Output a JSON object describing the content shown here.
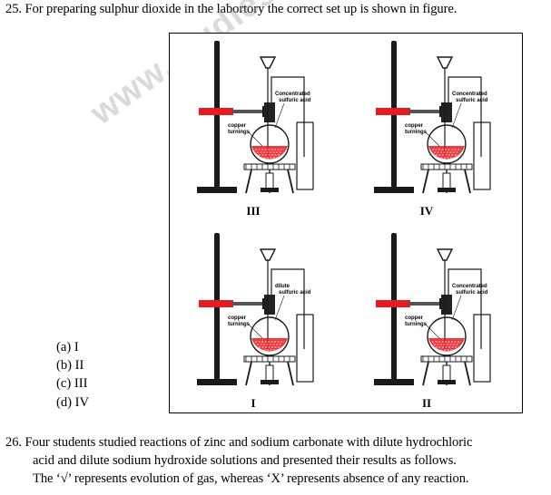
{
  "question25": {
    "text": "25. For preparing sulphur dioxide in the labortory the correct set up is shown in figure."
  },
  "figure": {
    "setups": [
      {
        "caption": "III",
        "acid_label_1": "Concentrated",
        "acid_label_2": "sulfuric acid",
        "metal_label_1": "copper",
        "metal_label_2": "turnings"
      },
      {
        "caption": "IV",
        "acid_label_1": "Concentrated",
        "acid_label_2": "sulfuric acid",
        "metal_label_1": "copper",
        "metal_label_2": "turnings"
      },
      {
        "caption": "I",
        "acid_label_1": "dilute",
        "acid_label_2": "sulfuric acid",
        "metal_label_1": "copper",
        "metal_label_2": "turnings"
      },
      {
        "caption": "II",
        "acid_label_1": "Concentrated",
        "acid_label_2": "sulfuric acid",
        "metal_label_1": "copper",
        "metal_label_2": "turnings"
      }
    ],
    "colors": {
      "clamp": "#e8191f",
      "liquid": "#e8191f",
      "stand": "#1a1a1a"
    }
  },
  "options": [
    "(a) I",
    "(b) II",
    "(c) III",
    "(d) IV"
  ],
  "question26": {
    "line1": "26. Four students studied reactions of zinc and sodium carbonate with dilute hydrochloric",
    "line2": "acid and dilute sodium hydroxide solutions and presented their results as follows.",
    "line3": "The ‘√’ represents evolution of gas, whereas ‘X’ represents absence of any reaction."
  },
  "watermark": "www.studiestoday.com"
}
